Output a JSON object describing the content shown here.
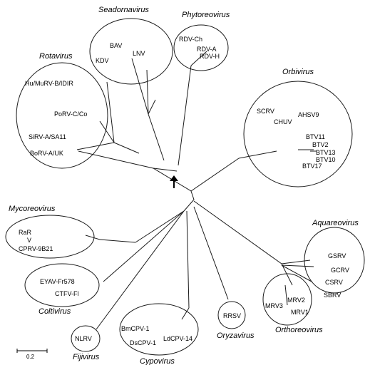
{
  "clusters": [
    {
      "id": "seadornavirus",
      "genus": "Seadornavirus",
      "taxa": [
        "BAV",
        "KDV",
        "LNV"
      ]
    },
    {
      "id": "phytoreovirus",
      "genus": "Phytoreovirus",
      "taxa": [
        "RDV-Ch",
        "RDV-A",
        "RDV-H"
      ]
    },
    {
      "id": "rotavirus",
      "genus": "Rotavirus",
      "taxa": [
        "Hu/MuRV-B/IDIR",
        "PoRV-C/Co",
        "SiRV-A/SA11",
        "BoRV-A/UK"
      ]
    },
    {
      "id": "orbivirus",
      "genus": "Orbivirus",
      "taxa": [
        "SCRV",
        "CHUV",
        "AHSV9",
        "BTV11",
        "BTV2",
        "BTV13",
        "BTV10",
        "BTV17"
      ]
    },
    {
      "id": "mycoreovirus",
      "genus": "Mycoreovirus",
      "taxa": [
        "RaR",
        "V",
        "CPRV-9B21"
      ]
    },
    {
      "id": "coltivirus",
      "genus": "Coltivirus",
      "taxa": [
        "EYAV-Fr578",
        "CTFV-Fl"
      ]
    },
    {
      "id": "aquareovirus",
      "genus": "Aquareovirus",
      "taxa": [
        "GSRV",
        "GCRV",
        "CSRV",
        "SBRV"
      ]
    },
    {
      "id": "orthoreovirus",
      "genus": "Orthoreovirus",
      "taxa": [
        "MRV3",
        "MRV2",
        "MRV1"
      ]
    },
    {
      "id": "fijivirus",
      "genus": "Fijivirus",
      "taxa": [
        "NLRV"
      ]
    },
    {
      "id": "cypovirus",
      "genus": "Cypovirus",
      "taxa": [
        "BmCPV-1",
        "DsCPV-1",
        "LdCPV-14"
      ]
    },
    {
      "id": "oryzavirus",
      "genus": "Oryzavirus",
      "taxa": [
        "RRSV"
      ]
    }
  ],
  "scale_bar": {
    "label": "0.2"
  },
  "root_marker": {
    "icon": "up-arrow-icon"
  }
}
